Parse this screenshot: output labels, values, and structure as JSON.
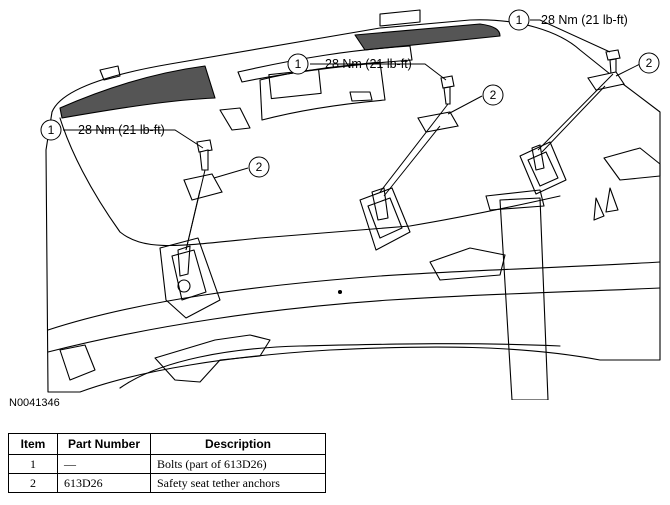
{
  "figure": {
    "id": "N0041346",
    "callouts": [
      {
        "number": "1",
        "text": "28 Nm (21 lb-ft)"
      },
      {
        "number": "1",
        "text": "28 Nm (21 lb-ft)"
      },
      {
        "number": "1",
        "text": "28 Nm (21 lb-ft)"
      },
      {
        "number": "2"
      },
      {
        "number": "2"
      },
      {
        "number": "2"
      }
    ]
  },
  "table": {
    "headers": [
      "Item",
      "Part Number",
      "Description"
    ],
    "rows": [
      {
        "item": "1",
        "part": "—",
        "description": "Bolts (part of 613D26)"
      },
      {
        "item": "2",
        "part": "613D26",
        "description": "Safety seat tether anchors"
      }
    ]
  }
}
